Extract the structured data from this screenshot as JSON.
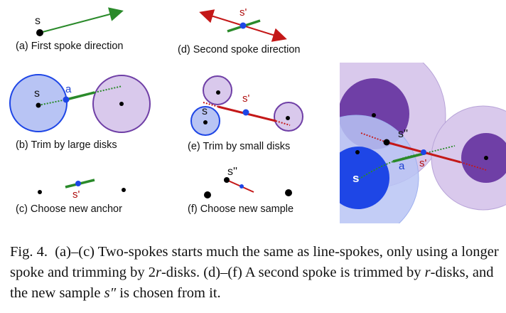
{
  "panels": {
    "a": {
      "caption": "(a) First spoke direction",
      "point_s": "s"
    },
    "b": {
      "caption": "(b) Trim by large disks",
      "point_s": "s",
      "point_a": "a"
    },
    "c": {
      "caption": "(c) Choose new anchor",
      "point_s_prime": "s'"
    },
    "d": {
      "caption": "(d) Second spoke direction",
      "point_s_prime": "s'"
    },
    "e": {
      "caption": "(e) Trim by small disks",
      "point_s": "s",
      "point_s_prime": "s'"
    },
    "f": {
      "caption": "(f) Choose new sample",
      "point_s_dprime": "s''"
    },
    "combined": {
      "point_s": "s",
      "point_a": "a",
      "point_s_prime": "s'",
      "point_s_dprime": "s''"
    }
  },
  "caption": {
    "label": "Fig. 4.",
    "part1": "(a)–(c) Two-spokes starts much the same as line-spokes, only using a longer spoke and trimming by 2",
    "r1": "r",
    "part2": "-disks. (d)–(f) A second spoke is trimmed by ",
    "r2": "r",
    "part3": "-disks, and the new sample ",
    "s2": "s″",
    "part4": " is chosen from it."
  },
  "colors": {
    "blue_disk": "#b8c4f4",
    "blue_dark": "#1e46e6",
    "purple_disk": "#d9c9ec",
    "purple_dark": "#6f3fa6",
    "green": "#2a8a2a",
    "red": "#c41818"
  }
}
